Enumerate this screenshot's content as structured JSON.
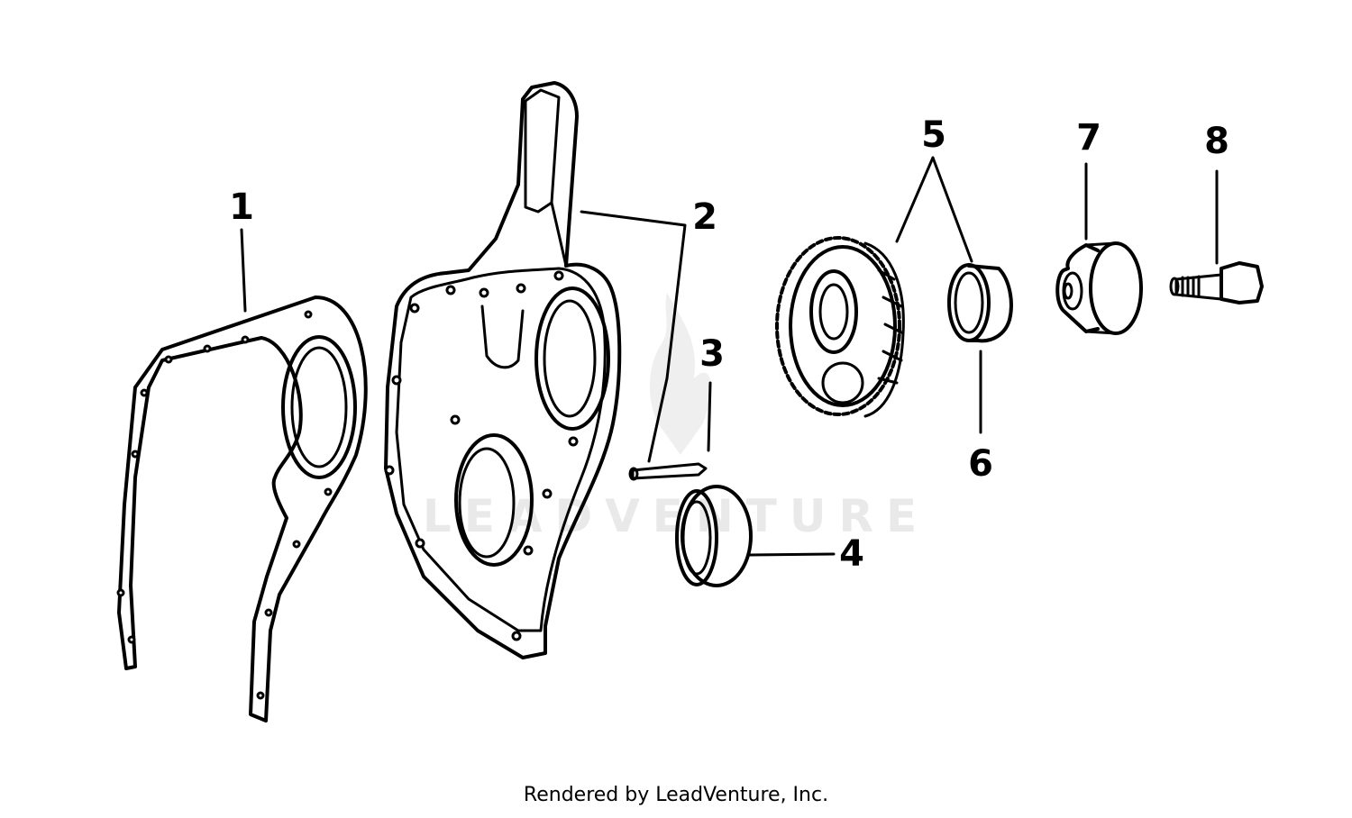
{
  "callouts": [
    "1",
    "2",
    "3",
    "4",
    "5",
    "6",
    "7",
    "8"
  ],
  "watermark": "LEADVENTURE",
  "footer": "Rendered by LeadVenture, Inc."
}
